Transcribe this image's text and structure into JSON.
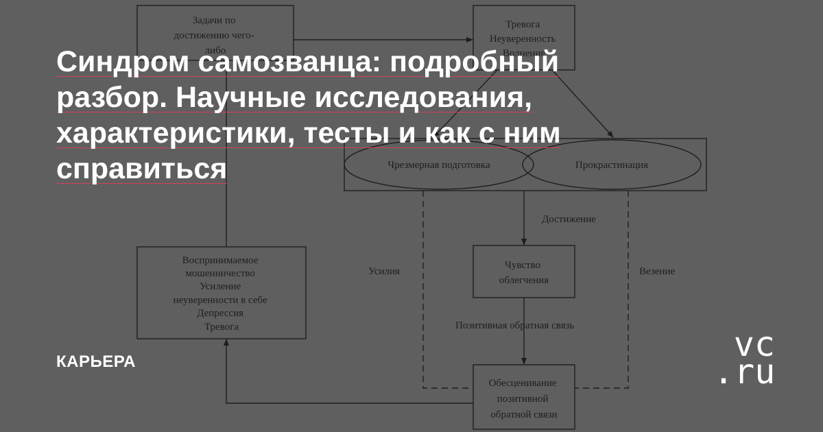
{
  "diagram": {
    "nodes": {
      "tasks": [
        "Задачи по",
        "достижению чего-",
        "либо"
      ],
      "anxiety": [
        "Тревога",
        "Неуверенность",
        "Волнение"
      ],
      "oval_left": "Чрезмерная подготовка",
      "oval_right": "Прокрастинация",
      "relief": [
        "Чувство",
        "облегчения"
      ],
      "devalue": [
        "Обесценивание",
        "позитивной",
        "обратной связи"
      ],
      "perceived": [
        "Воспринимаемое",
        "мошенничество",
        "Усиление",
        "неуверенности в себе",
        "Депрессия",
        "Тревога"
      ]
    },
    "edge_labels": {
      "achievement": "Достижение",
      "effort": "Усилия",
      "luck": "Везение",
      "positive_feedback": "Позитивная обратная связь"
    }
  },
  "article": {
    "title_lines": [
      "Синдром самозванца: подробный",
      "разбор. Научные исследования,",
      "характеристики, тесты и как с ним",
      "справиться"
    ],
    "category": "КАРЬЕРА"
  },
  "brand": {
    "logo_top": "vc",
    "logo_bottom": ".ru"
  },
  "colors": {
    "background": "#5f5f5f",
    "lines": "#1e1e1e",
    "title": "#ffffff",
    "underline": "#d4405a"
  }
}
